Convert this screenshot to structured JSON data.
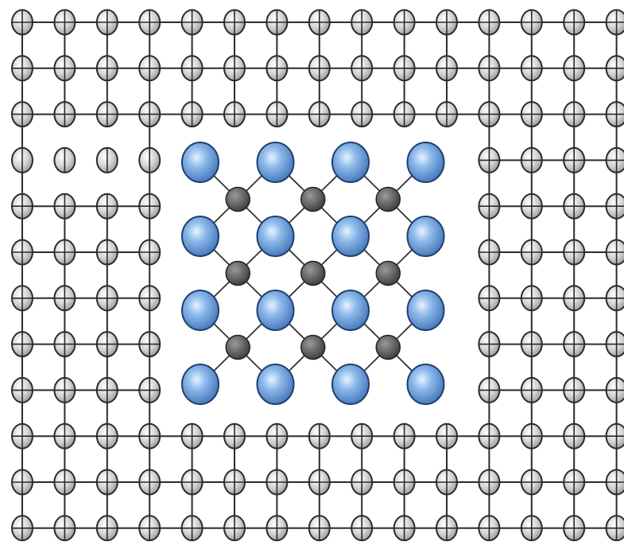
{
  "diagram": {
    "kind": "crystal-lattice-inclusion",
    "matrix_lattice": {
      "columns": 15,
      "rows": 12,
      "atom_fill": "#d3d3d3",
      "atom_stroke": "#2b2b2b",
      "bond_color": "#2b2b2b",
      "vacated_region": {
        "first_col": 4,
        "last_col": 10,
        "first_row": 3,
        "last_row": 8
      }
    },
    "inclusion_lattice": {
      "large_atom_rows": 4,
      "large_atom_cols": 4,
      "small_atom_rows": 3,
      "small_atom_cols": 3,
      "large_atom_color": "#5b8fd1",
      "small_atom_color": "#555555",
      "bond_color": "#333333"
    },
    "background_color": "#ffffff"
  }
}
